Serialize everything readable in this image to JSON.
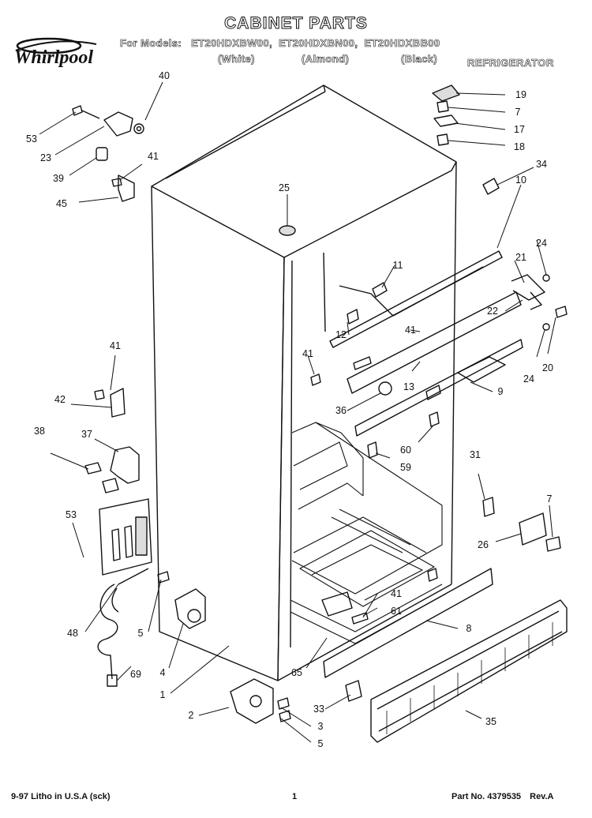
{
  "header": {
    "brand": "Whirlpool",
    "title": "CABINET PARTS",
    "models_prefix": "For Models:",
    "models": [
      "ET20HDXBW00",
      "ET20HDXBN00",
      "ET20HDXBB00"
    ],
    "colors": [
      "(White)",
      "(Almond)",
      "(Black)"
    ],
    "category": "REFRIGERATOR"
  },
  "callouts": [
    "40",
    "53",
    "23",
    "39",
    "41",
    "45",
    "25",
    "19",
    "7",
    "17",
    "18",
    "34",
    "10",
    "11",
    "24",
    "21",
    "12",
    "41",
    "22",
    "41",
    "20",
    "24",
    "13",
    "9",
    "36",
    "60",
    "59",
    "41",
    "42",
    "38",
    "37",
    "31",
    "7",
    "53",
    "26",
    "41",
    "61",
    "8",
    "48",
    "5",
    "4",
    "69",
    "65",
    "1",
    "2",
    "33",
    "3",
    "5",
    "35"
  ],
  "footer": {
    "litho": "9-97 Litho in U.S.A (sck)",
    "page_number": "1",
    "part_number": "Part No. 4379535",
    "revision": "Rev.A"
  }
}
